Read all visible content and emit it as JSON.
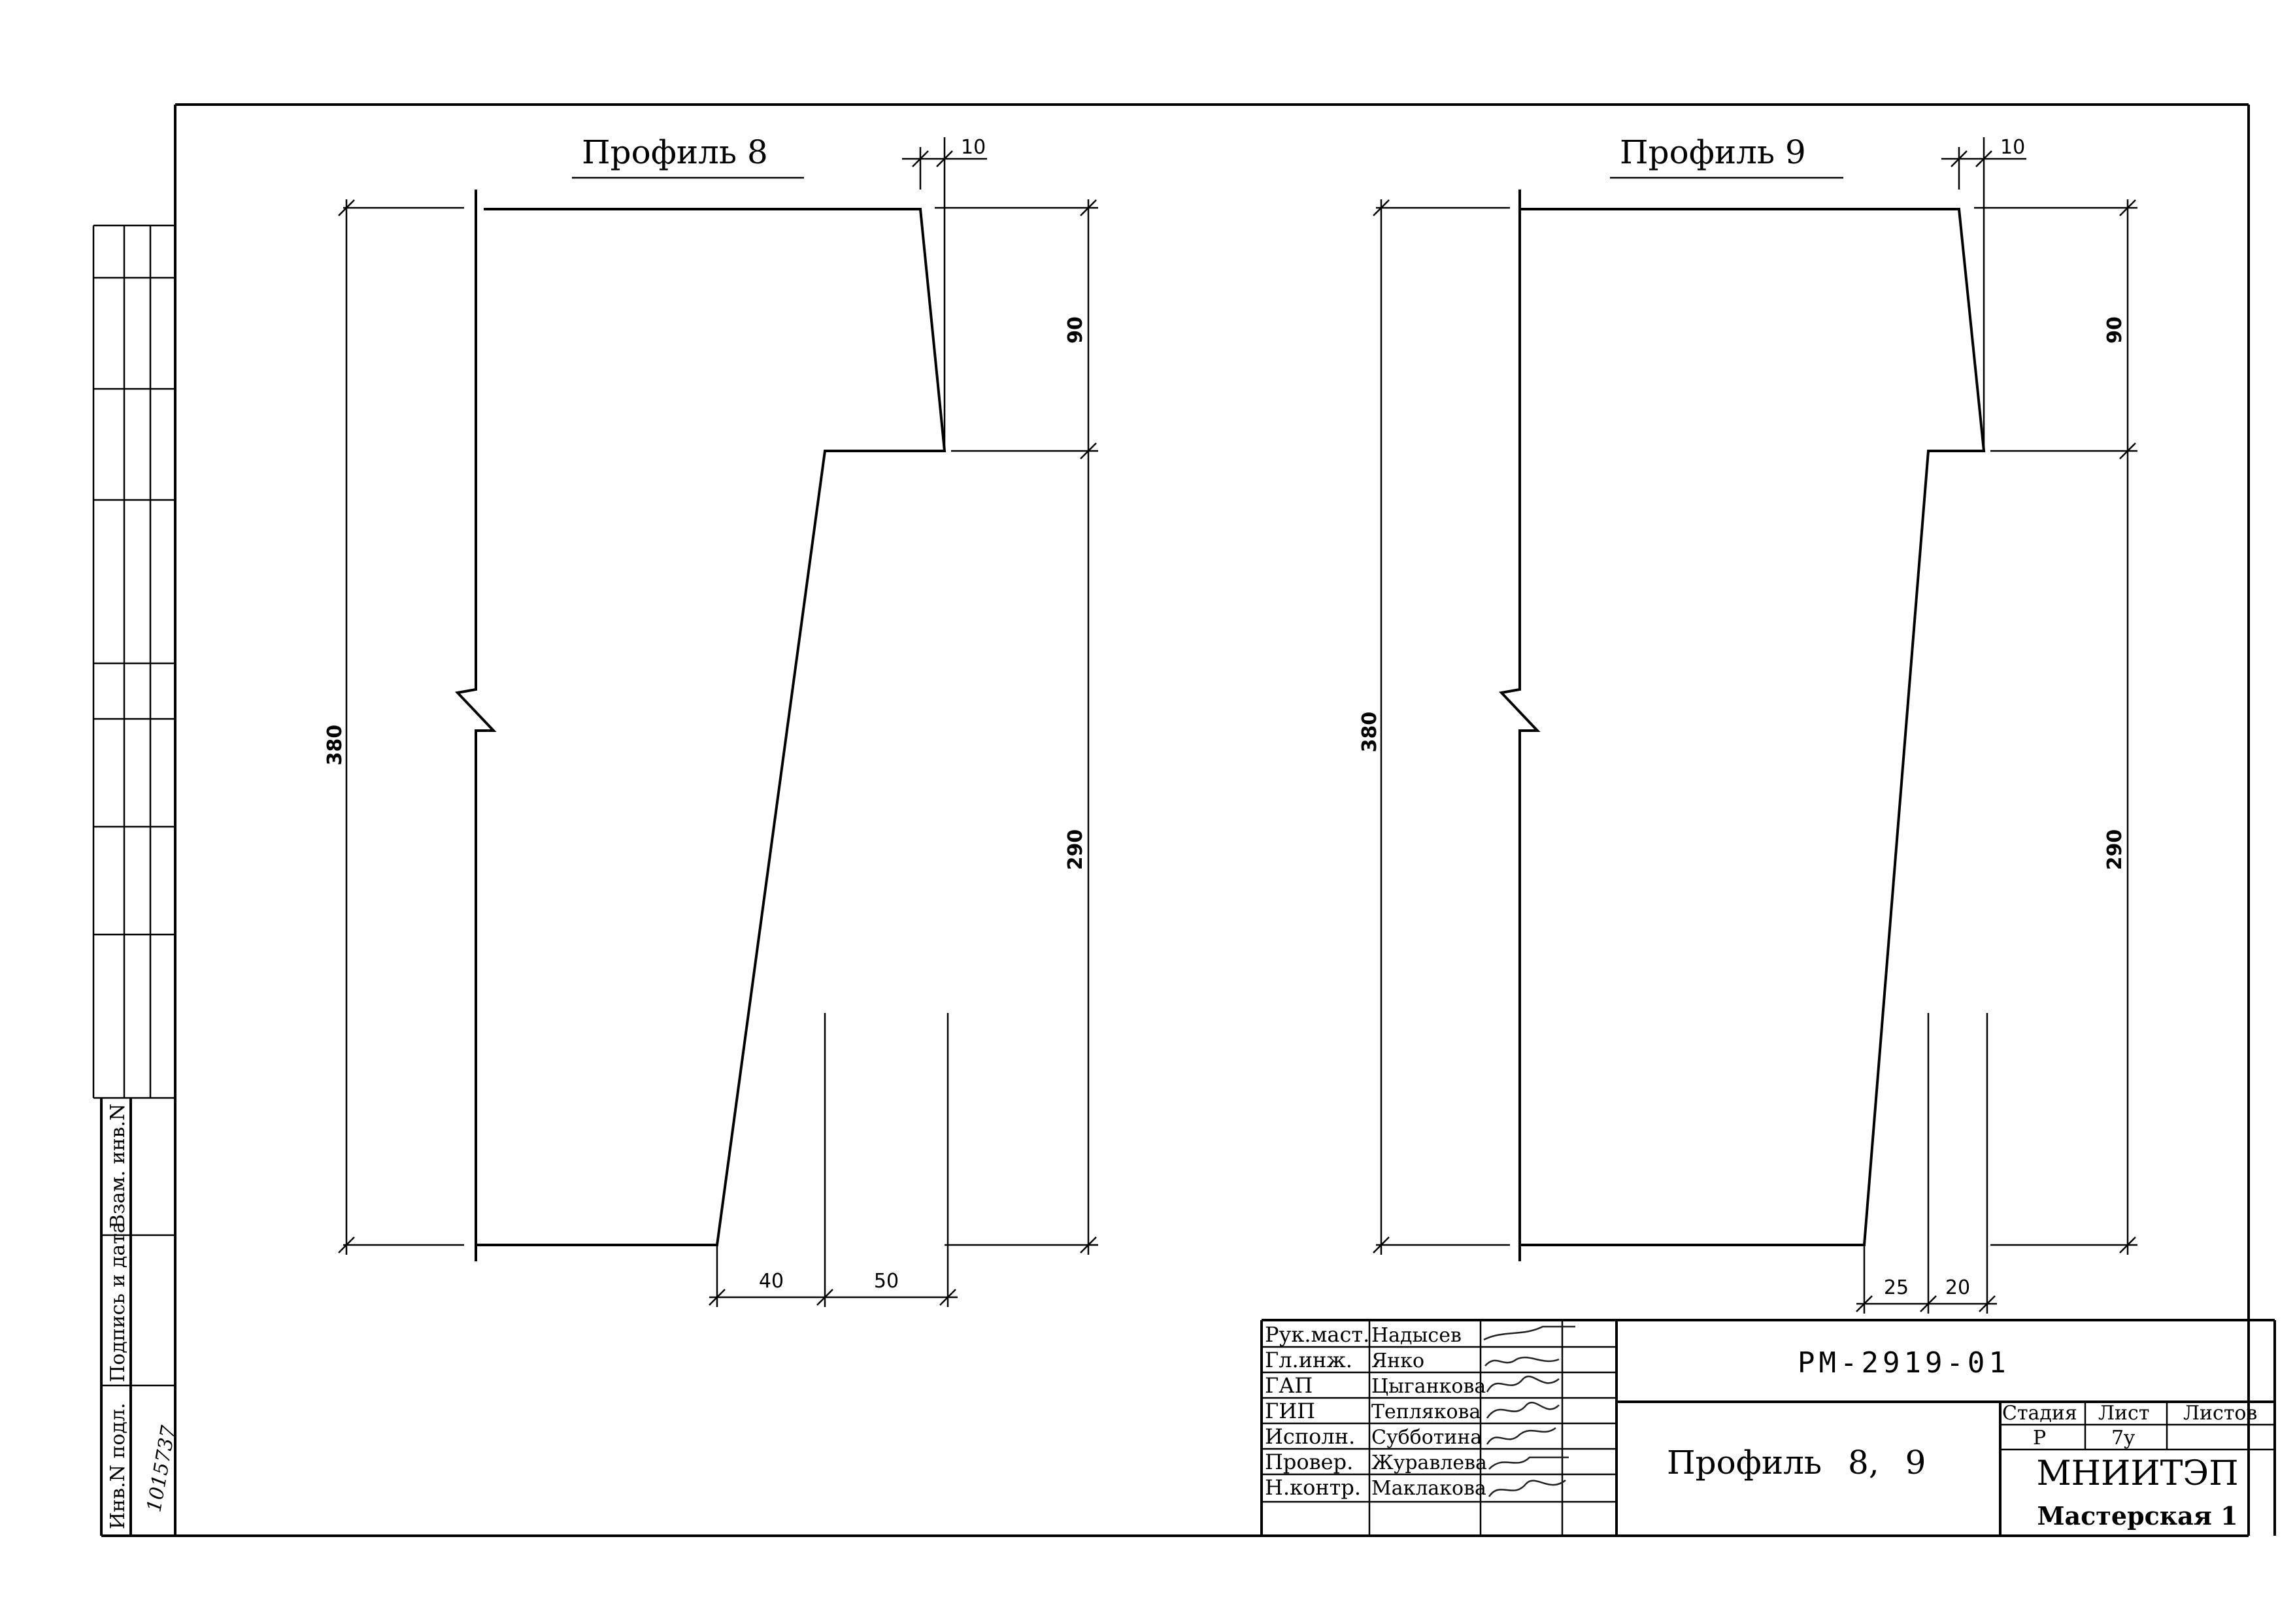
{
  "profile_8": {
    "title": "Профиль 8",
    "dim_top": "10",
    "dim_upper_right": "90",
    "dim_left": "380",
    "dim_lower_right": "290",
    "dim_bottom_left": "40",
    "dim_bottom_right": "50"
  },
  "profile_9": {
    "title": "Профиль 9",
    "dim_top": "10",
    "dim_upper_right": "90",
    "dim_left": "380",
    "dim_lower_right": "290",
    "dim_bottom_left": "25",
    "dim_bottom_right": "20"
  },
  "title_block": {
    "document_code": "РМ-2919-01",
    "sheet_title": "Профиль 8, 9",
    "roles": [
      "Рук.маст.",
      "Гл.инж.",
      "ГАП",
      "ГИП",
      "Исполн.",
      "Провер.",
      "Н.контр."
    ],
    "names": [
      "Надысев",
      "Янко",
      "Цыганкова",
      "Теплякова",
      "Субботина",
      "Журавлева",
      "Маклакова"
    ],
    "stage_label": "Стадия",
    "sheet_label": "Лист",
    "sheets_label": "Листов",
    "stage_value": "Р",
    "sheet_value": "7y",
    "organization": "МНИИТЭП",
    "workshop": "Мастерская 1"
  },
  "side_stamp": {
    "inv_label": "Инв.N подл.",
    "sign_label": "Подпись и дата",
    "replace_label": "Взам. инв.N",
    "inv_value": "1015737"
  }
}
